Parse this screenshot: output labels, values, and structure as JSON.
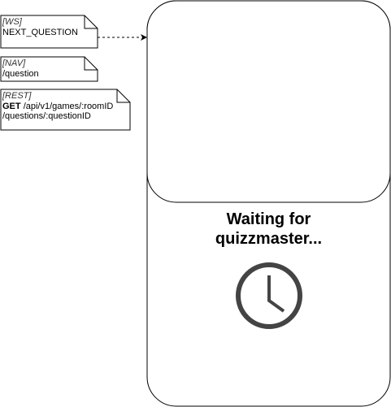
{
  "notes": [
    {
      "tag": "[WS]",
      "lines": [
        "NEXT_QUESTION"
      ]
    },
    {
      "tag": "[NAV]",
      "lines": [
        "/question"
      ]
    },
    {
      "tag": "[REST]",
      "method": "GET",
      "lines": [
        "/api/v1/games/:roomID",
        "/questions/:questionID"
      ]
    }
  ],
  "screen": {
    "status_lines": [
      "Waiting for",
      "quizzmaster..."
    ],
    "icon": "clock-icon"
  },
  "colors": {
    "stroke": "#000000",
    "clock": "#444444",
    "tag_text": "#333333"
  }
}
